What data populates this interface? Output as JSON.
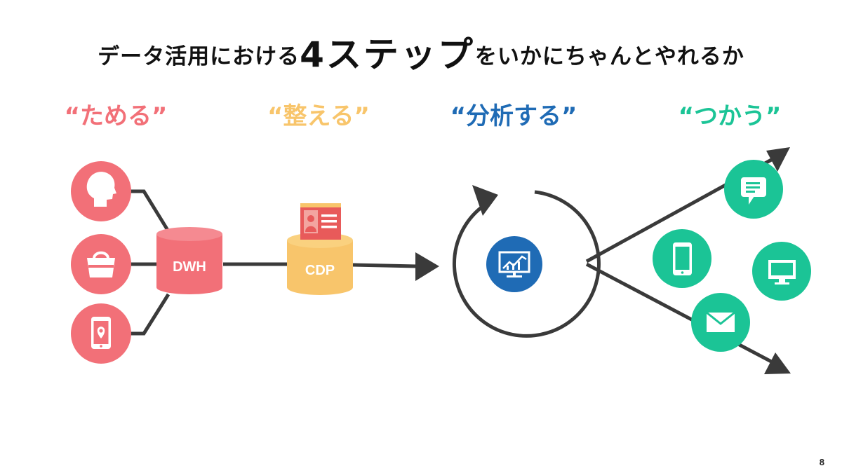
{
  "title": {
    "prefix": "データ活用における",
    "emphasis": "4ステップ",
    "suffix": "をいかにちゃんとやれるか"
  },
  "steps": {
    "store": "“ためる”",
    "prepare": "“整える”",
    "analyze": "“分析する”",
    "use": "“つかう”"
  },
  "nodes": {
    "dwh": "DWH",
    "cdp": "CDP"
  },
  "icons": {
    "sources": [
      "person-head-icon",
      "shopping-bag-icon",
      "smartphone-location-icon"
    ],
    "cdp": "id-card-icon",
    "analysis": "monitor-chart-icon",
    "channels": [
      "chat-message-icon",
      "smartphone-icon",
      "desktop-monitor-icon",
      "envelope-icon"
    ]
  },
  "colors": {
    "store": "#F27078",
    "prepare": "#F8C56B",
    "analyze": "#1F6BB5",
    "use": "#1BC496",
    "lines": "#3a3a3a"
  },
  "page_number": "8"
}
